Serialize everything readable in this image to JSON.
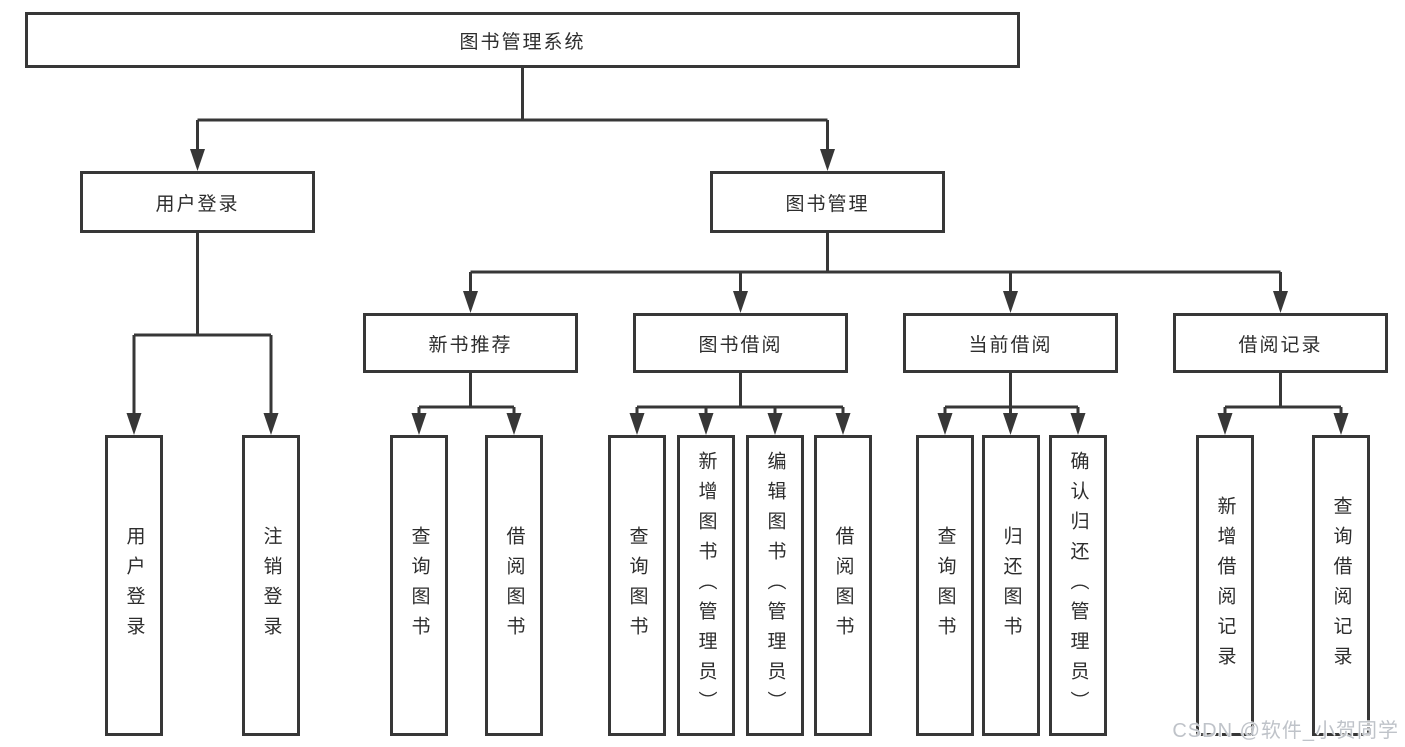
{
  "diagram": {
    "root": {
      "label": "图书管理系统"
    },
    "branches": [
      {
        "label": "用户登录",
        "children": [
          {
            "label": "用户登录"
          },
          {
            "label": "注销登录"
          }
        ]
      },
      {
        "label": "图书管理",
        "children": [
          {
            "label": "新书推荐",
            "children": [
              {
                "label": "查询图书"
              },
              {
                "label": "借阅图书"
              }
            ]
          },
          {
            "label": "图书借阅",
            "children": [
              {
                "label": "查询图书"
              },
              {
                "label": "新增图书（管理员）"
              },
              {
                "label": "编辑图书（管理员）"
              },
              {
                "label": "借阅图书"
              }
            ]
          },
          {
            "label": "当前借阅",
            "children": [
              {
                "label": "查询图书"
              },
              {
                "label": "归还图书"
              },
              {
                "label": "确认归还（管理员）"
              }
            ]
          },
          {
            "label": "借阅记录",
            "children": [
              {
                "label": "新增借阅记录"
              },
              {
                "label": "查询借阅记录"
              }
            ]
          }
        ]
      }
    ]
  },
  "watermark": "CSDN @软件_小贺同学",
  "colors": {
    "line": "#373737",
    "box_border": "#373737",
    "text": "#2d2d2d",
    "background": "#ffffff",
    "watermark_text": "#bfc3c9"
  }
}
